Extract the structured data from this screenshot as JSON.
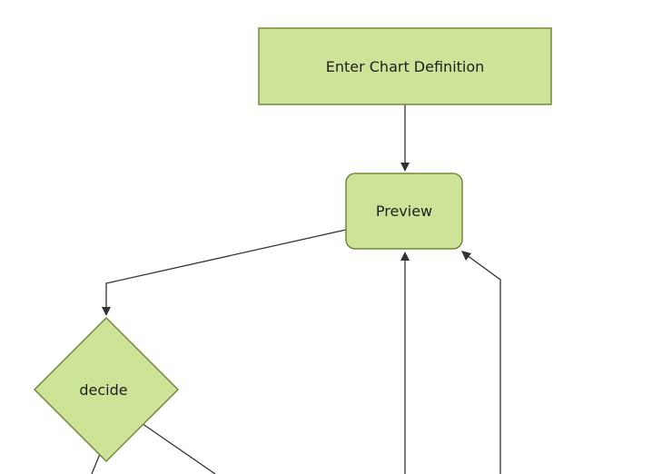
{
  "diagram": {
    "type": "flowchart",
    "nodes": [
      {
        "id": "enter-chart-definition",
        "label": "Enter Chart Definition",
        "shape": "rectangle"
      },
      {
        "id": "preview",
        "label": "Preview",
        "shape": "rounded-rectangle"
      },
      {
        "id": "decide",
        "label": "decide",
        "shape": "diamond"
      }
    ],
    "edges": [
      {
        "from": "enter-chart-definition",
        "to": "preview",
        "arrow": true
      },
      {
        "from": "preview",
        "to": "decide",
        "arrow": true
      },
      {
        "from": "offscreen-bottom-center",
        "to": "preview",
        "arrow": true
      },
      {
        "from": "offscreen-bottom-right",
        "to": "preview",
        "arrow": true
      },
      {
        "from": "decide",
        "to": "offscreen-bottom-1",
        "arrow": false,
        "partial": true
      },
      {
        "from": "decide",
        "to": "offscreen-bottom-2",
        "arrow": false,
        "partial": true
      }
    ],
    "colors": {
      "background": "#ffffff",
      "node_fill": "#cde498",
      "node_border": "#73883e",
      "edge_color": "#333333",
      "text_color": "#1f1f1f"
    }
  }
}
